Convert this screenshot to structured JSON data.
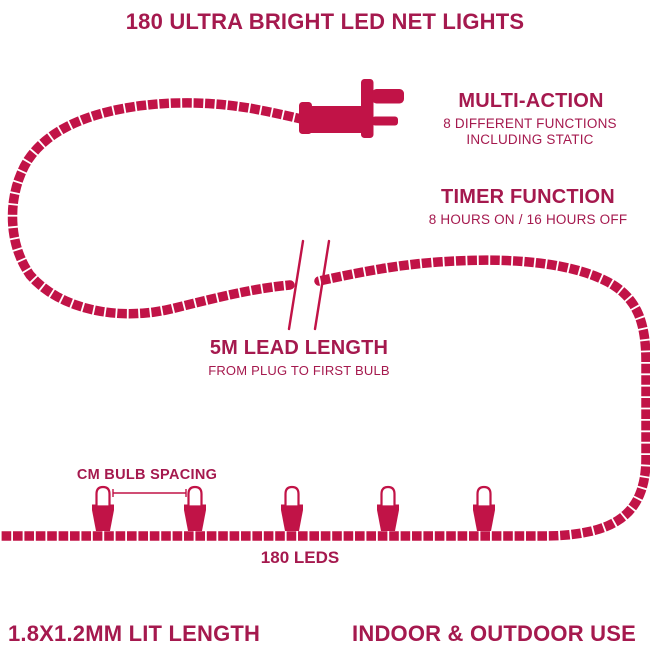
{
  "colors": {
    "text": "#A5194E",
    "artwork": "#C11347",
    "background": "#FFFFFF"
  },
  "title": "180 ULTRA BRIGHT LED NET LIGHTS",
  "features": {
    "multi_action": {
      "heading": "MULTI-ACTION",
      "line1": "8 DIFFERENT FUNCTIONS",
      "line2": "INCLUDING STATIC"
    },
    "timer": {
      "heading": "TIMER FUNCTION",
      "line1": "8 HOURS ON / 16 HOURS OFF"
    },
    "lead_length": {
      "heading": "5M LEAD LENGTH",
      "line1": "FROM PLUG TO FIRST BULB"
    },
    "bulb_spacing": {
      "label": "CM BULB SPACING"
    },
    "led_count": {
      "label": "180 LEDS"
    },
    "lit_length": {
      "label": "1.8X1.2MM LIT LENGTH"
    },
    "usage": {
      "label": "INDOOR & OUTDOOR USE"
    }
  },
  "icons": {
    "plug": "uk-mains-plug-icon",
    "lead_cable": "twisted-cable-icon",
    "break_marks": "cable-break-marks-icon",
    "bulb": "led-bulb-icon",
    "dimension": "spacing-dimension-line"
  }
}
